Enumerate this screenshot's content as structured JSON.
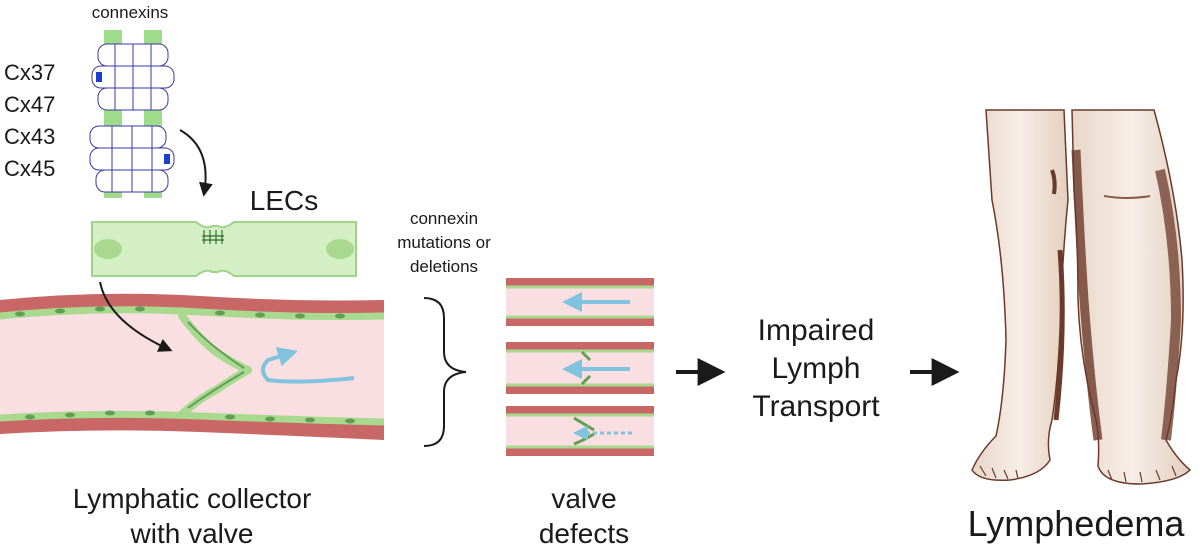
{
  "connexins_title": "connexins",
  "connexin_types": [
    "Cx37",
    "Cx47",
    "Cx43",
    "Cx45"
  ],
  "lecs_label": "LECs",
  "mutation_label": [
    "connexin",
    "mutations or",
    "deletions"
  ],
  "collector_label": [
    "Lymphatic collector",
    "with valve"
  ],
  "defects_label": [
    "valve",
    "defects"
  ],
  "impaired_label": [
    "Impaired",
    "Lymph",
    "Transport"
  ],
  "lymphedema_label": "Lymphedema",
  "colors": {
    "vessel_wall": "#c96666",
    "lumen": "#f9dfe2",
    "lec_green": "#a9d98f",
    "lec_fill": "#d4efc4",
    "connexin_band": "#9fdc8c",
    "flow_arrow": "#7fc3de",
    "skin": "#f1e4da",
    "skin_dark": "#6b3a2a"
  }
}
